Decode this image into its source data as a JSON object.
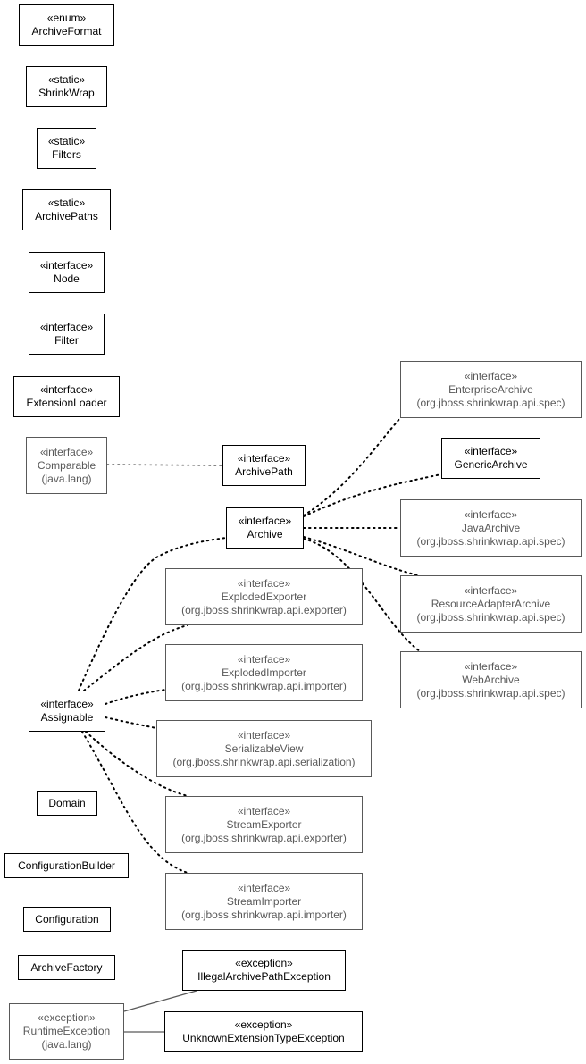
{
  "nodes": [
    {
      "id": "ArchiveFormat",
      "stereotype": "«enum»",
      "name": "ArchiveFormat",
      "pkg": "",
      "kind": "main"
    },
    {
      "id": "ShrinkWrap",
      "stereotype": "«static»",
      "name": "ShrinkWrap",
      "pkg": "",
      "kind": "main"
    },
    {
      "id": "Filters",
      "stereotype": "«static»",
      "name": "Filters",
      "pkg": "",
      "kind": "main"
    },
    {
      "id": "ArchivePaths",
      "stereotype": "«static»",
      "name": "ArchivePaths",
      "pkg": "",
      "kind": "main"
    },
    {
      "id": "Node",
      "stereotype": "«interface»",
      "name": "Node",
      "pkg": "",
      "kind": "main"
    },
    {
      "id": "Filter",
      "stereotype": "«interface»",
      "name": "Filter",
      "pkg": "",
      "kind": "main"
    },
    {
      "id": "ExtensionLoader",
      "stereotype": "«interface»",
      "name": "ExtensionLoader",
      "pkg": "",
      "kind": "main"
    },
    {
      "id": "Comparable",
      "stereotype": "«interface»",
      "name": "Comparable",
      "pkg": "(java.lang)",
      "kind": "ext"
    },
    {
      "id": "ArchivePath",
      "stereotype": "«interface»",
      "name": "ArchivePath",
      "pkg": "",
      "kind": "main"
    },
    {
      "id": "Archive",
      "stereotype": "«interface»",
      "name": "Archive",
      "pkg": "",
      "kind": "main"
    },
    {
      "id": "EnterpriseArchive",
      "stereotype": "«interface»",
      "name": "EnterpriseArchive",
      "pkg": "(org.jboss.shrinkwrap.api.spec)",
      "kind": "ext"
    },
    {
      "id": "GenericArchive",
      "stereotype": "«interface»",
      "name": "GenericArchive",
      "pkg": "",
      "kind": "main"
    },
    {
      "id": "JavaArchive",
      "stereotype": "«interface»",
      "name": "JavaArchive",
      "pkg": "(org.jboss.shrinkwrap.api.spec)",
      "kind": "ext"
    },
    {
      "id": "ResourceAdapterArchive",
      "stereotype": "«interface»",
      "name": "ResourceAdapterArchive",
      "pkg": "(org.jboss.shrinkwrap.api.spec)",
      "kind": "ext"
    },
    {
      "id": "WebArchive",
      "stereotype": "«interface»",
      "name": "WebArchive",
      "pkg": "(org.jboss.shrinkwrap.api.spec)",
      "kind": "ext"
    },
    {
      "id": "ExplodedExporter",
      "stereotype": "«interface»",
      "name": "ExplodedExporter",
      "pkg": "(org.jboss.shrinkwrap.api.exporter)",
      "kind": "ext"
    },
    {
      "id": "ExplodedImporter",
      "stereotype": "«interface»",
      "name": "ExplodedImporter",
      "pkg": "(org.jboss.shrinkwrap.api.importer)",
      "kind": "ext"
    },
    {
      "id": "Assignable",
      "stereotype": "«interface»",
      "name": "Assignable",
      "pkg": "",
      "kind": "main"
    },
    {
      "id": "SerializableView",
      "stereotype": "«interface»",
      "name": "SerializableView",
      "pkg": "(org.jboss.shrinkwrap.api.serialization)",
      "kind": "ext"
    },
    {
      "id": "Domain",
      "stereotype": "",
      "name": "Domain",
      "pkg": "",
      "kind": "main"
    },
    {
      "id": "StreamExporter",
      "stereotype": "«interface»",
      "name": "StreamExporter",
      "pkg": "(org.jboss.shrinkwrap.api.exporter)",
      "kind": "ext"
    },
    {
      "id": "ConfigurationBuilder",
      "stereotype": "",
      "name": "ConfigurationBuilder",
      "pkg": "",
      "kind": "main"
    },
    {
      "id": "StreamImporter",
      "stereotype": "«interface»",
      "name": "StreamImporter",
      "pkg": "(org.jboss.shrinkwrap.api.importer)",
      "kind": "ext"
    },
    {
      "id": "Configuration",
      "stereotype": "",
      "name": "Configuration",
      "pkg": "",
      "kind": "main"
    },
    {
      "id": "ArchiveFactory",
      "stereotype": "",
      "name": "ArchiveFactory",
      "pkg": "",
      "kind": "main"
    },
    {
      "id": "IllegalArchivePathException",
      "stereotype": "«exception»",
      "name": "IllegalArchivePathException",
      "pkg": "",
      "kind": "main"
    },
    {
      "id": "RuntimeException",
      "stereotype": "«exception»",
      "name": "RuntimeException",
      "pkg": "(java.lang)",
      "kind": "ext"
    },
    {
      "id": "UnknownExtensionTypeException",
      "stereotype": "«exception»",
      "name": "UnknownExtensionTypeException",
      "pkg": "",
      "kind": "main"
    }
  ],
  "edges": [
    {
      "from": "Comparable",
      "to": "ArchivePath",
      "style": "dotted-gray"
    },
    {
      "from": "Archive",
      "to": "EnterpriseArchive",
      "style": "dotted"
    },
    {
      "from": "Archive",
      "to": "GenericArchive",
      "style": "dotted"
    },
    {
      "from": "Archive",
      "to": "JavaArchive",
      "style": "dotted"
    },
    {
      "from": "Archive",
      "to": "ResourceAdapterArchive",
      "style": "dotted"
    },
    {
      "from": "Archive",
      "to": "WebArchive",
      "style": "dotted"
    },
    {
      "from": "Assignable",
      "to": "Archive",
      "style": "dotted"
    },
    {
      "from": "Assignable",
      "to": "ExplodedExporter",
      "style": "dotted"
    },
    {
      "from": "Assignable",
      "to": "ExplodedImporter",
      "style": "dotted"
    },
    {
      "from": "Assignable",
      "to": "SerializableView",
      "style": "dotted"
    },
    {
      "from": "Assignable",
      "to": "StreamExporter",
      "style": "dotted"
    },
    {
      "from": "Assignable",
      "to": "StreamImporter",
      "style": "dotted"
    },
    {
      "from": "RuntimeException",
      "to": "IllegalArchivePathException",
      "style": "solid"
    },
    {
      "from": "RuntimeException",
      "to": "UnknownExtensionTypeException",
      "style": "solid"
    }
  ]
}
